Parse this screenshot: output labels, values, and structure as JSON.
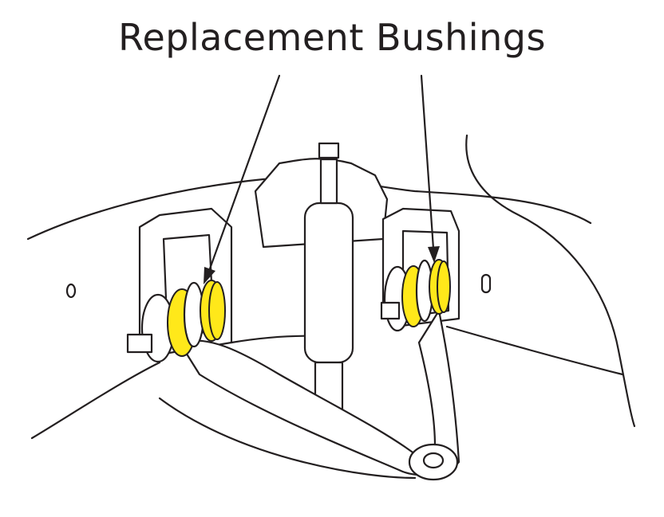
{
  "title": "Replacement Bushings",
  "colors": {
    "bushing": "#FFE81A",
    "line": "#231F20",
    "background": "#FFFFFF"
  },
  "parts": [
    "left-bushing",
    "right-bushing",
    "shock-absorber",
    "upper-control-arm",
    "ball-joint"
  ]
}
